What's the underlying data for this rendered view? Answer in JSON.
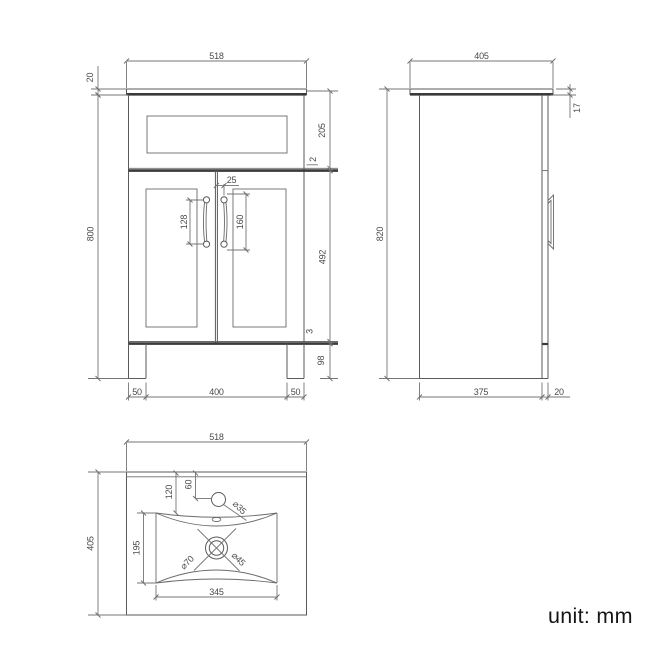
{
  "unit_label": "unit: mm",
  "front_view": {
    "dims": {
      "countertop_width": "518",
      "countertop_thickness": "20",
      "overall_height": "800",
      "drawer_front_height": "205",
      "drawer_door_gap": "2",
      "handle_center_offset": "25",
      "left_handle_spacing": "128",
      "right_handle_length": "160",
      "door_height": "492",
      "door_bottom_gap": "3",
      "plinth_height": "98",
      "left_leg_width": "50",
      "leg_span": "400",
      "right_leg_width": "50"
    }
  },
  "side_view": {
    "dims": {
      "countertop_depth": "405",
      "countertop_thickness": "17",
      "overall_height": "820",
      "body_depth": "375",
      "door_thickness": "20"
    }
  },
  "top_view": {
    "dims": {
      "countertop_width": "518",
      "countertop_depth": "405",
      "tap_hole_offset": "120",
      "tap_hole_back_offset": "60",
      "tap_hole_diameter": "⌀35",
      "basin_depth": "195",
      "basin_width": "345",
      "drain_outer_diameter": "⌀70",
      "drain_inner_diameter": "⌀45"
    }
  }
}
